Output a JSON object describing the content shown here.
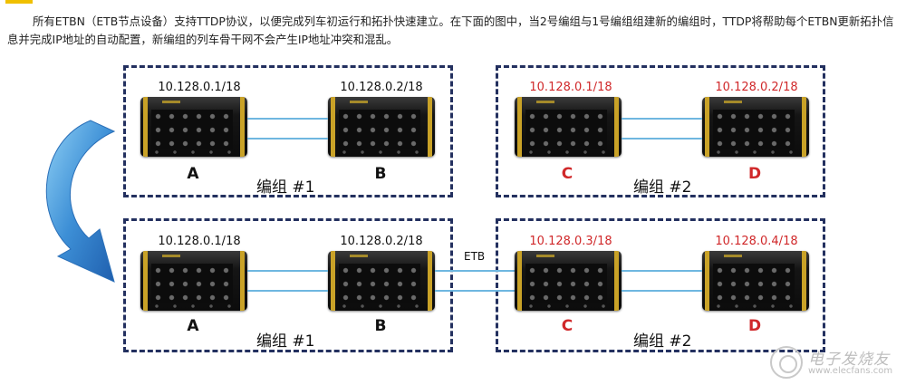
{
  "paragraph": "所有ETBN（ETB节点设备）支持TTDP协议，以便完成列车初运行和拓扑快速建立。在下面的图中，当2号编组与1号编组组建新的编组时，TTDP将帮助每个ETBN更新拓扑信息并完成IP地址的自动配置，新编组的列车骨干网不会产生IP地址冲突和混乱。",
  "colors": {
    "border": "#23305f",
    "red": "#d0282a",
    "link": "#6fb7e0",
    "arrow": "#3d8fd6"
  },
  "top_row": {
    "group1": {
      "label": "编组 #1",
      "switches": [
        {
          "ip": "10.128.0.1/18",
          "letter": "A"
        },
        {
          "ip": "10.128.0.2/18",
          "letter": "B"
        }
      ]
    },
    "group2": {
      "label": "编组 #2",
      "switches": [
        {
          "ip": "10.128.0.1/18",
          "letter": "C"
        },
        {
          "ip": "10.128.0.2/18",
          "letter": "D"
        }
      ]
    }
  },
  "bottom_row": {
    "etb_label": "ETB",
    "group1": {
      "label": "编组 #1",
      "switches": [
        {
          "ip": "10.128.0.1/18",
          "letter": "A"
        },
        {
          "ip": "10.128.0.2/18",
          "letter": "B"
        }
      ]
    },
    "group2": {
      "label": "编组 #2",
      "switches": [
        {
          "ip": "10.128.0.3/18",
          "letter": "C"
        },
        {
          "ip": "10.128.0.4/18",
          "letter": "D"
        }
      ]
    }
  },
  "watermark": {
    "title": "电子发烧友",
    "url": "www.elecfans.com"
  }
}
